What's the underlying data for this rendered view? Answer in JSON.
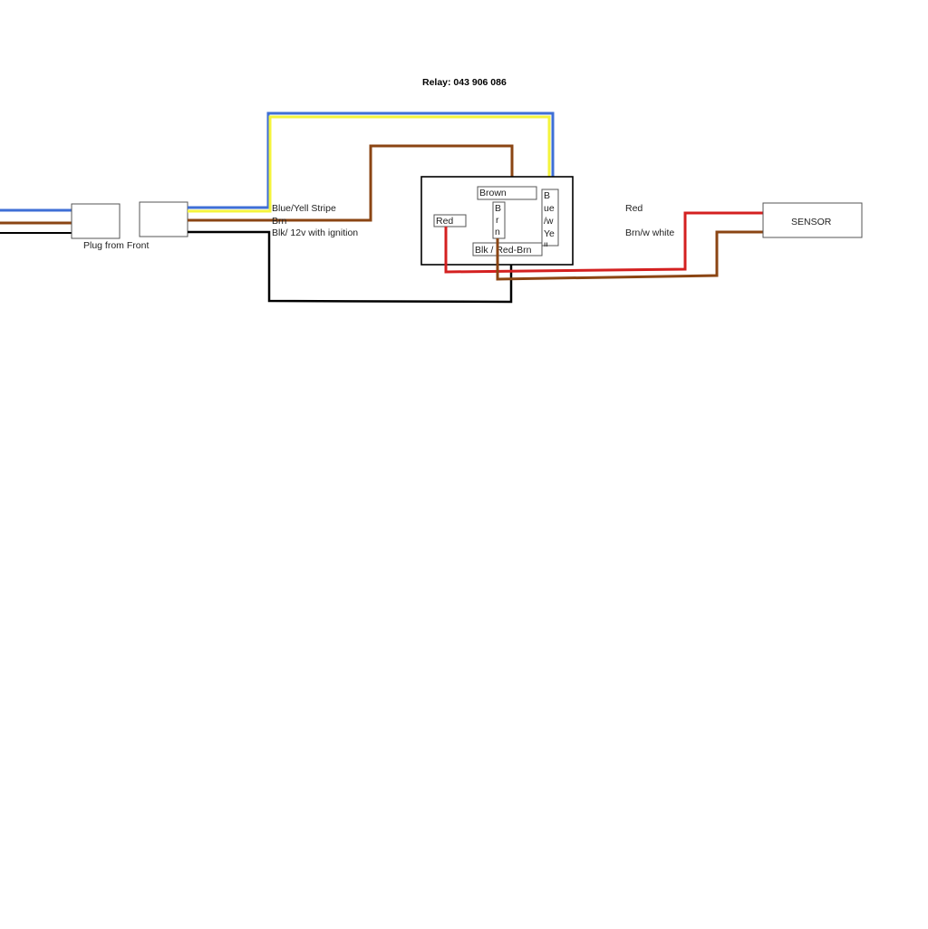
{
  "title": "Relay: 043 906 086",
  "labels": {
    "plug": "Plug from Front",
    "blue_yell": "Blue/Yell Stripe",
    "brn": "Brn",
    "blk": "Blk/ 12v with ignition",
    "red_right": "Red",
    "brn_white": "Brn/w white",
    "sensor": "SENSOR"
  },
  "relay": {
    "brown": "Brown",
    "red": "Red",
    "brn_vertical": [
      "B",
      "r",
      "n"
    ],
    "blue_vertical": [
      "B",
      "ue",
      "/w",
      "Ye",
      "ll"
    ],
    "blk_red_brn": "Blk / Red-Brn"
  },
  "colors": {
    "blue": "#3f6fd6",
    "yellow": "#f4f43c",
    "brown": "#8b4513",
    "black": "#000000",
    "red": "#d42020"
  }
}
